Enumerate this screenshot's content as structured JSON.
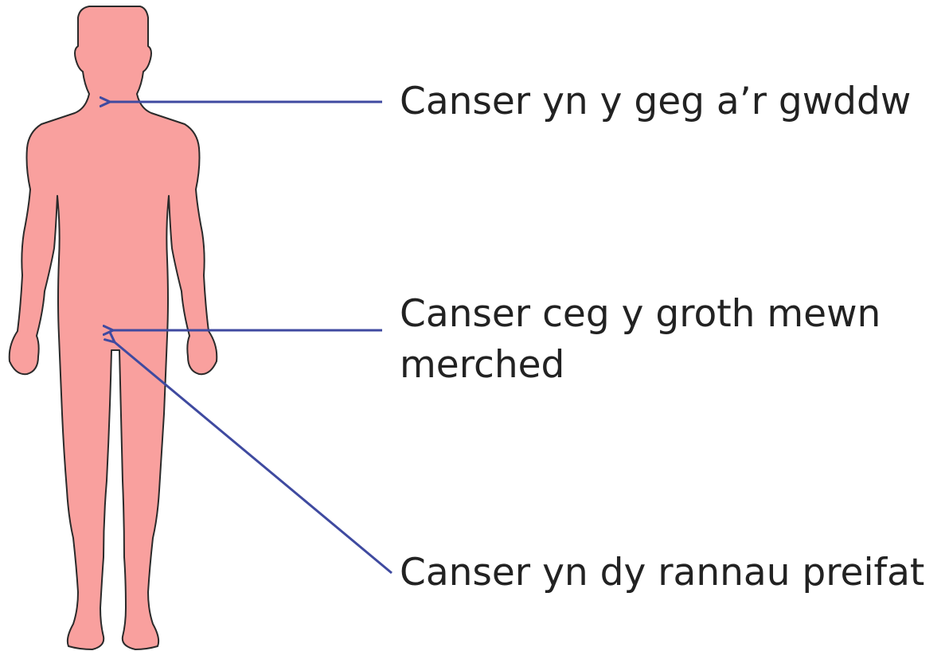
{
  "diagram": {
    "figure": "human-body-silhouette",
    "colors": {
      "body_fill": "#f9a09e",
      "body_outline": "#2a2a2a",
      "arrow": "#3f4aa0",
      "text": "#222222"
    },
    "labels": [
      {
        "id": "mouth-throat",
        "lines": [
          "Canser yn y geg a’r gwddw"
        ]
      },
      {
        "id": "cervical",
        "lines": [
          "Canser ceg y groth mewn",
          "merched"
        ]
      },
      {
        "id": "private-parts",
        "lines": [
          "Canser yn dy rannau preifat"
        ]
      }
    ]
  }
}
